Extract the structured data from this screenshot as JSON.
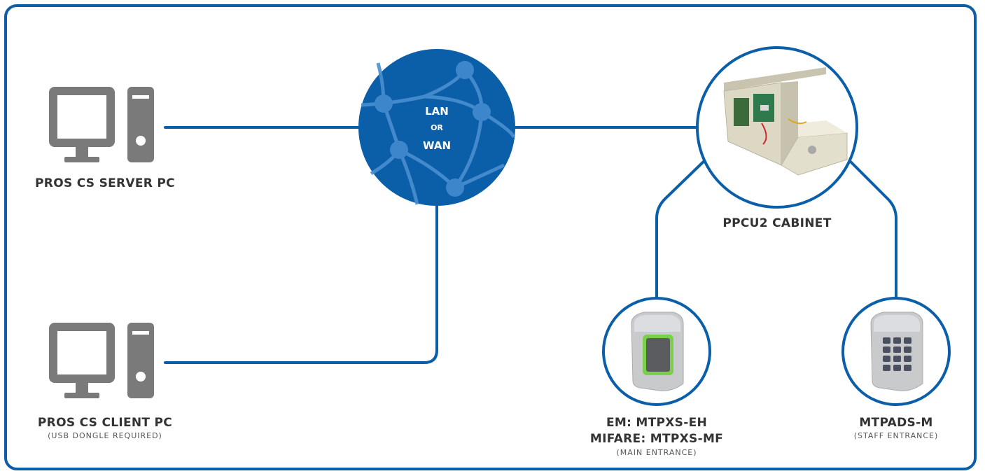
{
  "colors": {
    "primary_blue": "#0b5ea8",
    "icon_gray": "#7a7a7a",
    "text_dark": "#333333"
  },
  "network": {
    "line1": "LAN",
    "line2": "OR",
    "line3": "WAN",
    "icon": "globe-icon"
  },
  "server_pc": {
    "title": "PROS CS SERVER PC",
    "icon": "desktop-pc-icon"
  },
  "client_pc": {
    "title": "PROS CS CLIENT PC",
    "note": "(USB DONGLE REQUIRED)",
    "icon": "desktop-pc-icon"
  },
  "cabinet": {
    "title": "PPCU2 CABINET"
  },
  "reader_main": {
    "line1": "EM: MTPXS-EH",
    "line2": "MIFARE: MTPXS-MF",
    "note": "(MAIN ENTRANCE)"
  },
  "reader_staff": {
    "title": "MTPADS-M",
    "note": "(STAFF ENTRANCE)"
  }
}
